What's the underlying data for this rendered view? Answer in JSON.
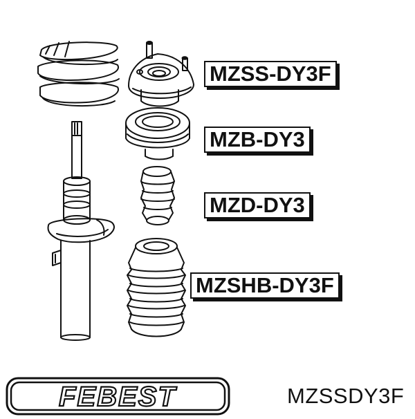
{
  "labels": {
    "top_mount": "MZSS-DY3F",
    "bearing": "MZB-DY3",
    "bump_stop": "MZD-DY3",
    "boot": "MZSHB-DY3F"
  },
  "brand": {
    "name": "FEBEST"
  },
  "part_number": "MZSSDY3F",
  "colors": {
    "ink": "#111111",
    "background": "#ffffff"
  }
}
